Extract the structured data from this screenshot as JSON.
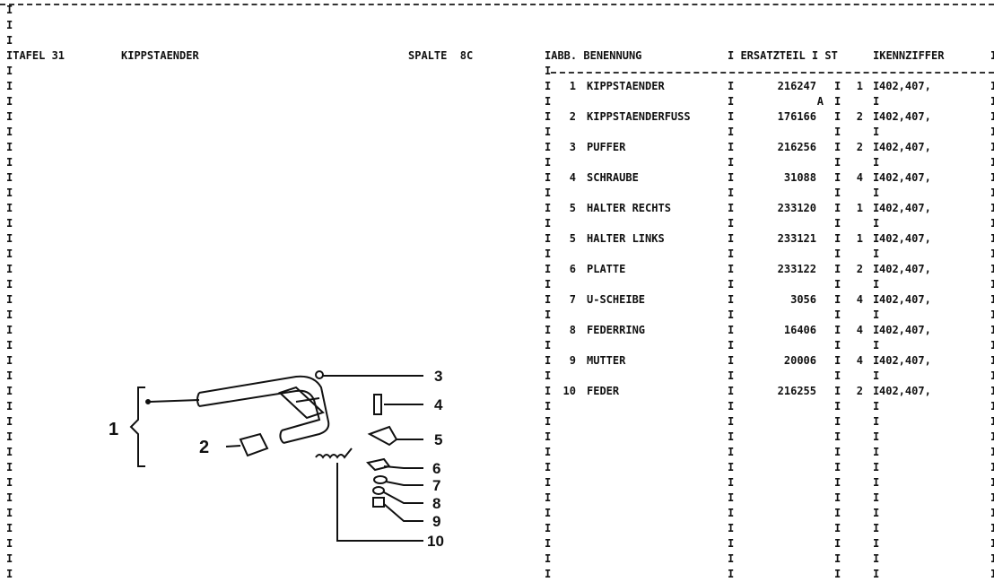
{
  "header": {
    "tafel": "TAFEL 31",
    "title": "KIPPSTAENDER",
    "spalte": "SPALTE  8C"
  },
  "table": {
    "columns": {
      "abb": "ABB.",
      "benennung": "BENENNUNG",
      "ersatzteil": "ERSATZTEIL",
      "st": "ST",
      "kennziffer": "KENNZIFFER"
    },
    "rows": [
      {
        "abb": "1",
        "name": "KIPPSTAENDER",
        "part": "216247",
        "suffix": "A",
        "qty": "1",
        "code": "402,407,"
      },
      {
        "abb": "2",
        "name": "KIPPSTAENDERFUSS",
        "part": "176166",
        "suffix": "",
        "qty": "2",
        "code": "402,407,"
      },
      {
        "abb": "3",
        "name": "PUFFER",
        "part": "216256",
        "suffix": "",
        "qty": "2",
        "code": "402,407,"
      },
      {
        "abb": "4",
        "name": "SCHRAUBE",
        "part": "31088",
        "suffix": "",
        "qty": "4",
        "code": "402,407,"
      },
      {
        "abb": "5",
        "name": "HALTER RECHTS",
        "part": "233120",
        "suffix": "",
        "qty": "1",
        "code": "402,407,"
      },
      {
        "abb": "5",
        "name": "HALTER LINKS",
        "part": "233121",
        "suffix": "",
        "qty": "1",
        "code": "402,407,"
      },
      {
        "abb": "6",
        "name": "PLATTE",
        "part": "233122",
        "suffix": "",
        "qty": "2",
        "code": "402,407,"
      },
      {
        "abb": "7",
        "name": "U-SCHEIBE",
        "part": "3056",
        "suffix": "",
        "qty": "4",
        "code": "402,407,"
      },
      {
        "abb": "8",
        "name": "FEDERRING",
        "part": "16406",
        "suffix": "",
        "qty": "4",
        "code": "402,407,"
      },
      {
        "abb": "9",
        "name": "MUTTER",
        "part": "20006",
        "suffix": "",
        "qty": "4",
        "code": "402,407,"
      },
      {
        "abb": "10",
        "name": "FEDER",
        "part": "216255",
        "suffix": "",
        "qty": "2",
        "code": "402,407,"
      }
    ]
  },
  "diagram": {
    "callouts": [
      "1",
      "2",
      "3",
      "4",
      "5",
      "6",
      "7",
      "8",
      "9",
      "10"
    ]
  }
}
